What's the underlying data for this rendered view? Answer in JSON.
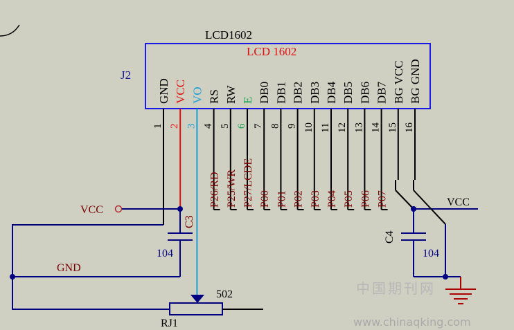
{
  "component": {
    "title": "LCD1602",
    "inner_label": "LCD  1602",
    "designator": "J2",
    "pins": [
      {
        "num": "1",
        "name": "GND",
        "color": "#000000",
        "net": ""
      },
      {
        "num": "2",
        "name": "VCC",
        "color": "#e01010",
        "net": ""
      },
      {
        "num": "3",
        "name": "VO",
        "color": "#1aa0d8",
        "net": ""
      },
      {
        "num": "4",
        "name": "RS",
        "color": "#000000",
        "net": "P26/RD"
      },
      {
        "num": "5",
        "name": "RW",
        "color": "#000000",
        "net": "P25/WR"
      },
      {
        "num": "6",
        "name": "E",
        "color": "#10a050",
        "net": "P27/LCDE"
      },
      {
        "num": "7",
        "name": "DB0",
        "color": "#000000",
        "net": "P00"
      },
      {
        "num": "8",
        "name": "DB1",
        "color": "#000000",
        "net": "P01"
      },
      {
        "num": "9",
        "name": "DB2",
        "color": "#000000",
        "net": "P02"
      },
      {
        "num": "10",
        "name": "DB3",
        "color": "#000000",
        "net": "P03"
      },
      {
        "num": "11",
        "name": "DB4",
        "color": "#000000",
        "net": "P04"
      },
      {
        "num": "12",
        "name": "DB5",
        "color": "#000000",
        "net": "P05"
      },
      {
        "num": "13",
        "name": "DB6",
        "color": "#000000",
        "net": "P06"
      },
      {
        "num": "14",
        "name": "DB7",
        "color": "#000000",
        "net": "P07"
      },
      {
        "num": "15",
        "name": "BG VCC",
        "color": "#000000",
        "net": ""
      },
      {
        "num": "16",
        "name": "BG GND",
        "color": "#000000",
        "net": ""
      }
    ]
  },
  "labels": {
    "vcc_left": "VCC",
    "vcc_right": "VCC",
    "gnd": "GND",
    "c3_name": "C3",
    "c3_value": "104",
    "c4_name": "C4",
    "c4_value": "104",
    "pot_value": "502",
    "pot_name": "RJ1"
  },
  "watermark": {
    "cn": "中国期刊网",
    "url": "www.chinaqking.com"
  },
  "colors": {
    "background": "#cfcfc2",
    "box": "#1a1ae6",
    "wire": "#000000",
    "net_wire": "#000080",
    "net_label": "#7a0000",
    "title_red": "#e01010",
    "ground_red": "#aa0000",
    "watermark": "#b8b8b8"
  }
}
